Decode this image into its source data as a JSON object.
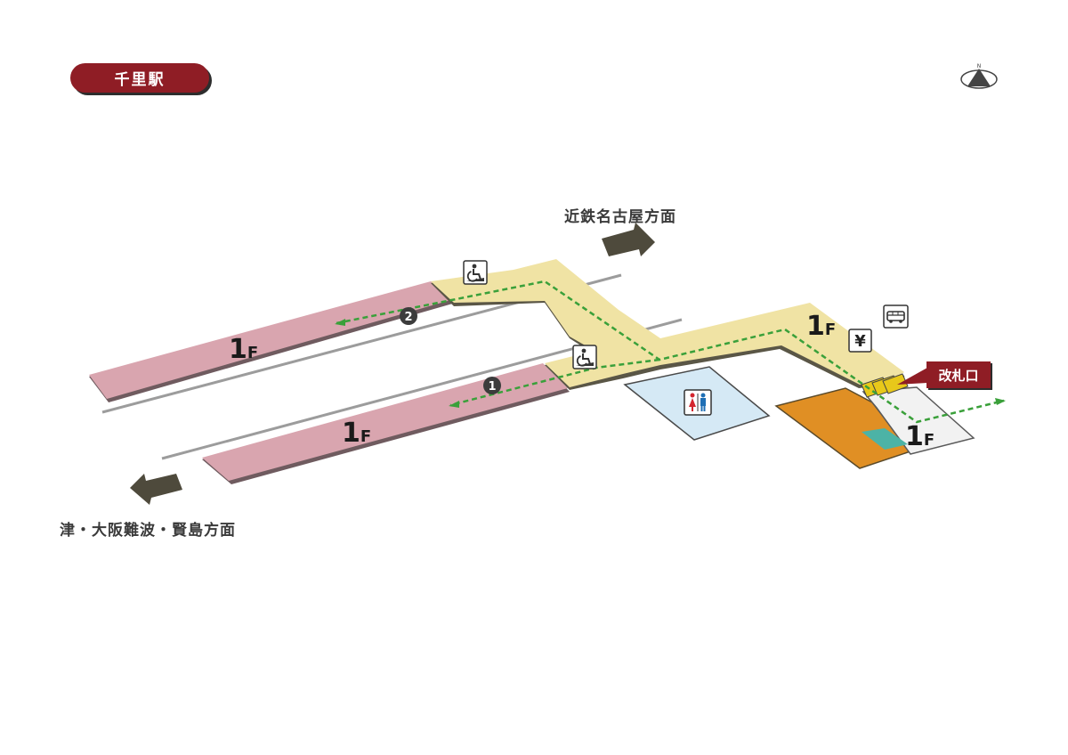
{
  "station": {
    "name": "千里駅"
  },
  "directions": {
    "north": "近鉄名古屋方面",
    "south": "津・大阪難波・賢島方面"
  },
  "gate": {
    "label": "改札口"
  },
  "floors": [
    {
      "id": "platform-2",
      "num": "1",
      "unit": "F"
    },
    {
      "id": "platform-1",
      "num": "1",
      "unit": "F"
    },
    {
      "id": "concourse",
      "num": "1",
      "unit": "F"
    },
    {
      "id": "exit",
      "num": "1",
      "unit": "F"
    }
  ],
  "platform_numbers": {
    "p1": "1",
    "p2": "2"
  },
  "facilities": [
    {
      "name": "wheelchair-ramp",
      "platform": "2"
    },
    {
      "name": "wheelchair-ramp",
      "platform": "1"
    },
    {
      "name": "restroom"
    },
    {
      "name": "ticket-machine",
      "symbol": "¥"
    },
    {
      "name": "bus-stop"
    },
    {
      "name": "ticket-gate"
    }
  ],
  "compass": {
    "letter": "N"
  },
  "colors": {
    "brand": "#8f1d25",
    "platform": "#d9a5af",
    "concourse": "#f0e3a4",
    "restroom_area": "#d5e9f5",
    "station_office": "#e08f24",
    "exit_area": "#f2f2f2",
    "route": "#3aa03a",
    "track": "#9c9c9c",
    "arrow": "#4e4a3c"
  }
}
